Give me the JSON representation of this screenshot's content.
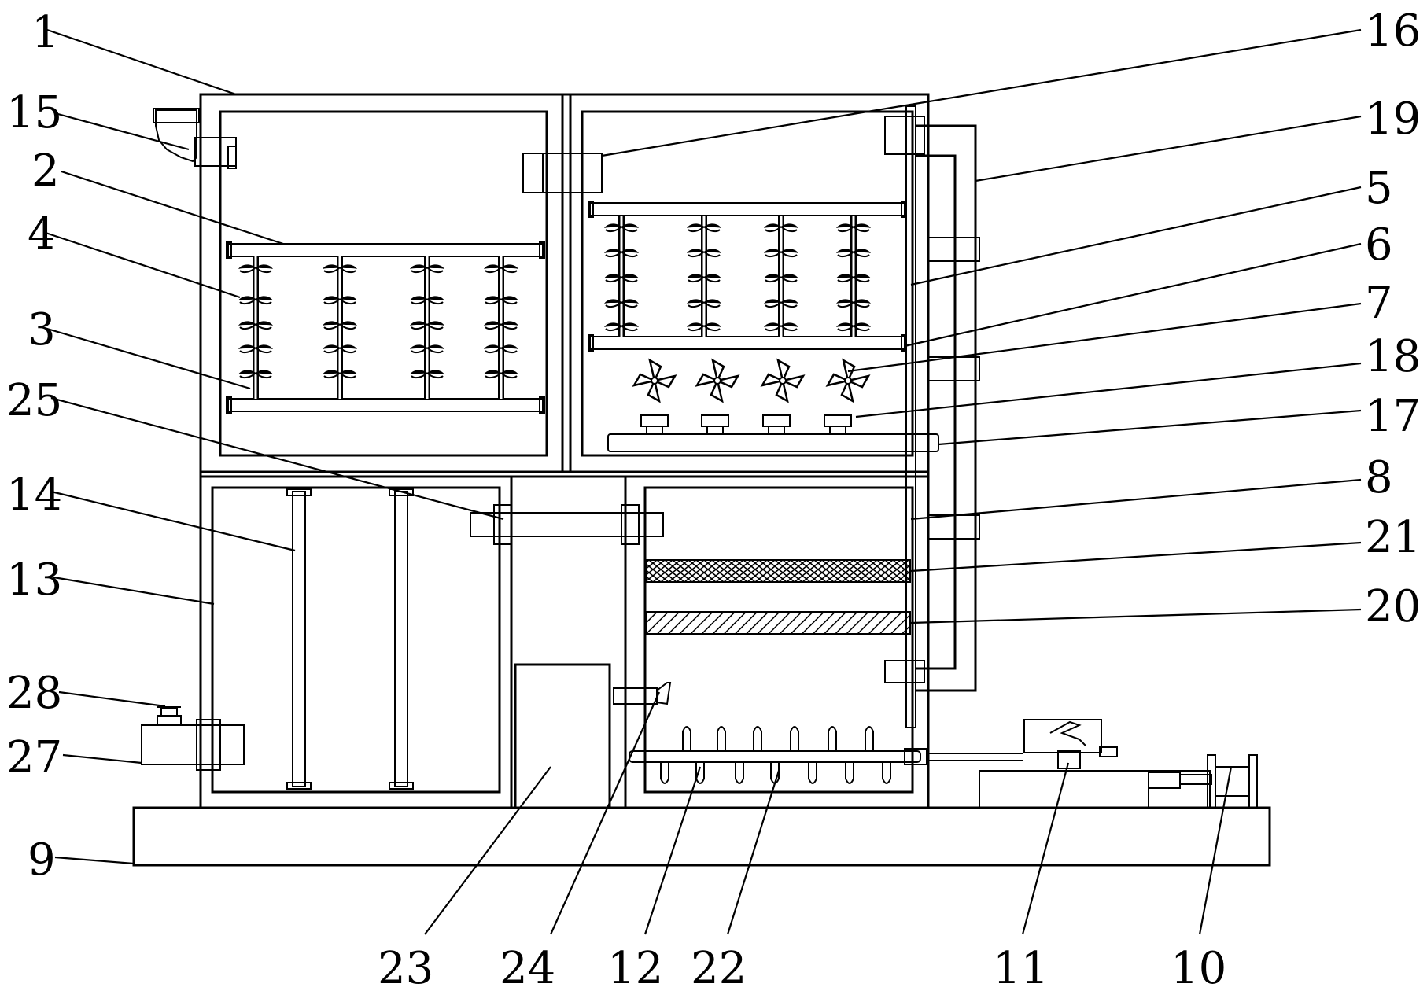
{
  "callouts": {
    "c1": "1",
    "c2": "2",
    "c3": "3",
    "c4": "4",
    "c5": "5",
    "c6": "6",
    "c7": "7",
    "c8": "8",
    "c9": "9",
    "c10": "10",
    "c11": "11",
    "c12": "12",
    "c13": "13",
    "c14": "14",
    "c15": "15",
    "c16": "16",
    "c17": "17",
    "c18": "18",
    "c19": "19",
    "c20": "20",
    "c21": "21",
    "c22": "22",
    "c23": "23",
    "c24": "24",
    "c25": "25",
    "c27": "27",
    "c28": "28"
  }
}
